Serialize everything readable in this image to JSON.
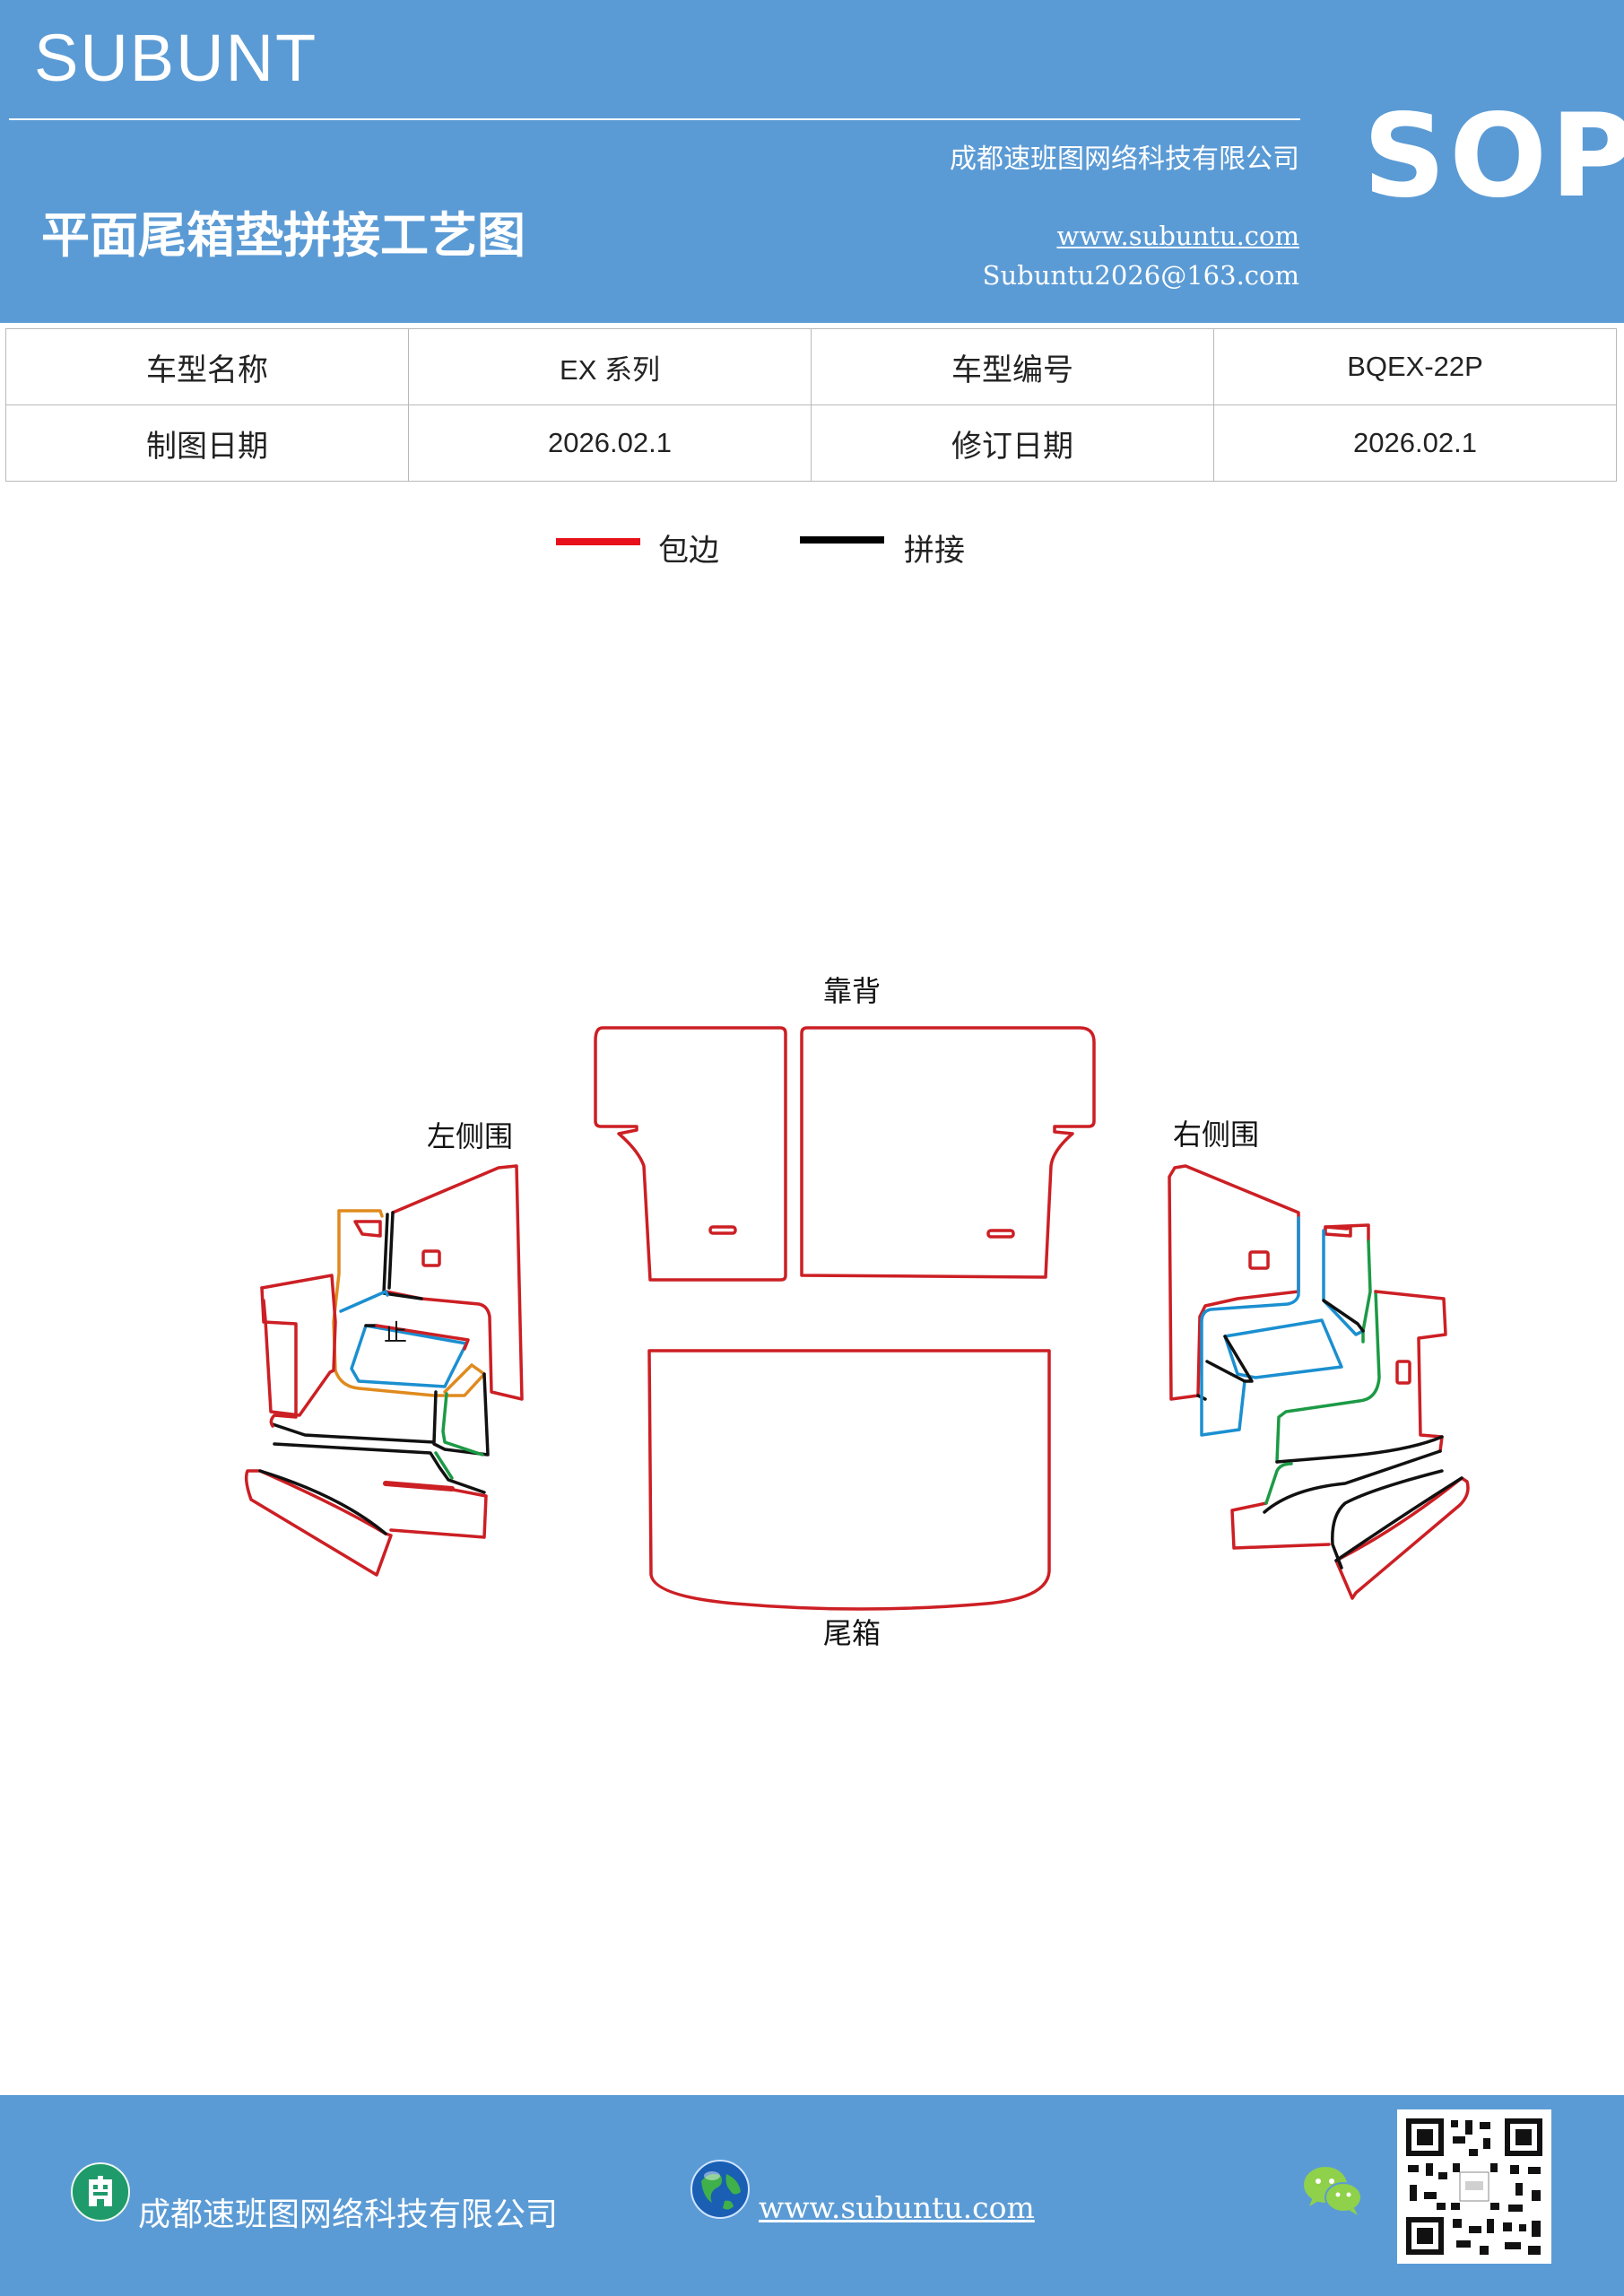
{
  "header": {
    "brand": "SUBUNT",
    "company": "成都速班图网络科技有限公司",
    "title": "平面尾箱垫拼接工艺图",
    "website": "www.subuntu.com",
    "email": "Subuntu2026@163.com",
    "badge": "SOP"
  },
  "info_table": {
    "rows": [
      [
        "车型名称",
        "EX 系列",
        "车型编号",
        "BQEX-22P"
      ],
      [
        "制图日期",
        "2026.02.1",
        "修订日期",
        "2026.02.1"
      ]
    ]
  },
  "legend": {
    "items": [
      {
        "label": "包边",
        "color": "#e8101a"
      },
      {
        "label": "拼接",
        "color": "#000000"
      }
    ]
  },
  "diagram": {
    "labels": {
      "back": "靠背",
      "left": "左侧围",
      "right": "右侧围",
      "trunk": "尾箱",
      "mark": "止"
    },
    "colors": {
      "edge": "#cc1f24",
      "seam": "#111111",
      "blue": "#1b8fd0",
      "orange": "#e08a1e",
      "green": "#1c9a45"
    }
  },
  "footer": {
    "company": "成都速班图网络科技有限公司",
    "website": "www.subuntu.com"
  },
  "icons": {
    "building": "building-icon",
    "globe": "globe-icon",
    "wechat": "wechat-icon",
    "qr": "qr-code"
  }
}
